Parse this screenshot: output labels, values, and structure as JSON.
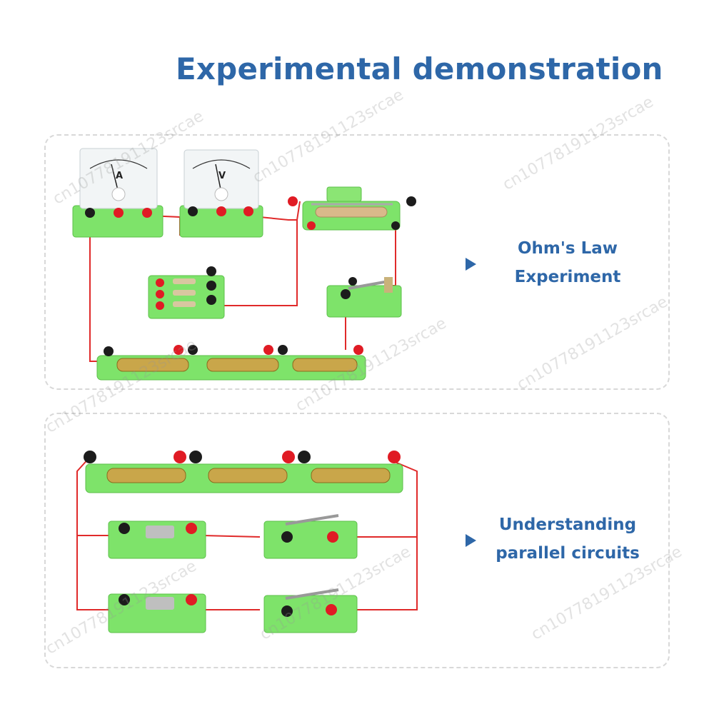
{
  "title": "Experimental demonstration",
  "panels": {
    "ohm": {
      "caption_line1": "Ohm's Law",
      "caption_line2": "Experiment",
      "ammeter_label": "A",
      "voltmeter_label": "V"
    },
    "parallel": {
      "caption_line1": "Understanding",
      "caption_line2": "parallel circuits"
    }
  },
  "watermark": "cn10778191123srcae",
  "colors": {
    "title": "#2e67a8",
    "board": "#7ee36a",
    "wire": "#e02a2a",
    "terminal_red": "#e01b24",
    "terminal_black": "#1c1c1c",
    "panel_border": "#d8d8d8"
  }
}
